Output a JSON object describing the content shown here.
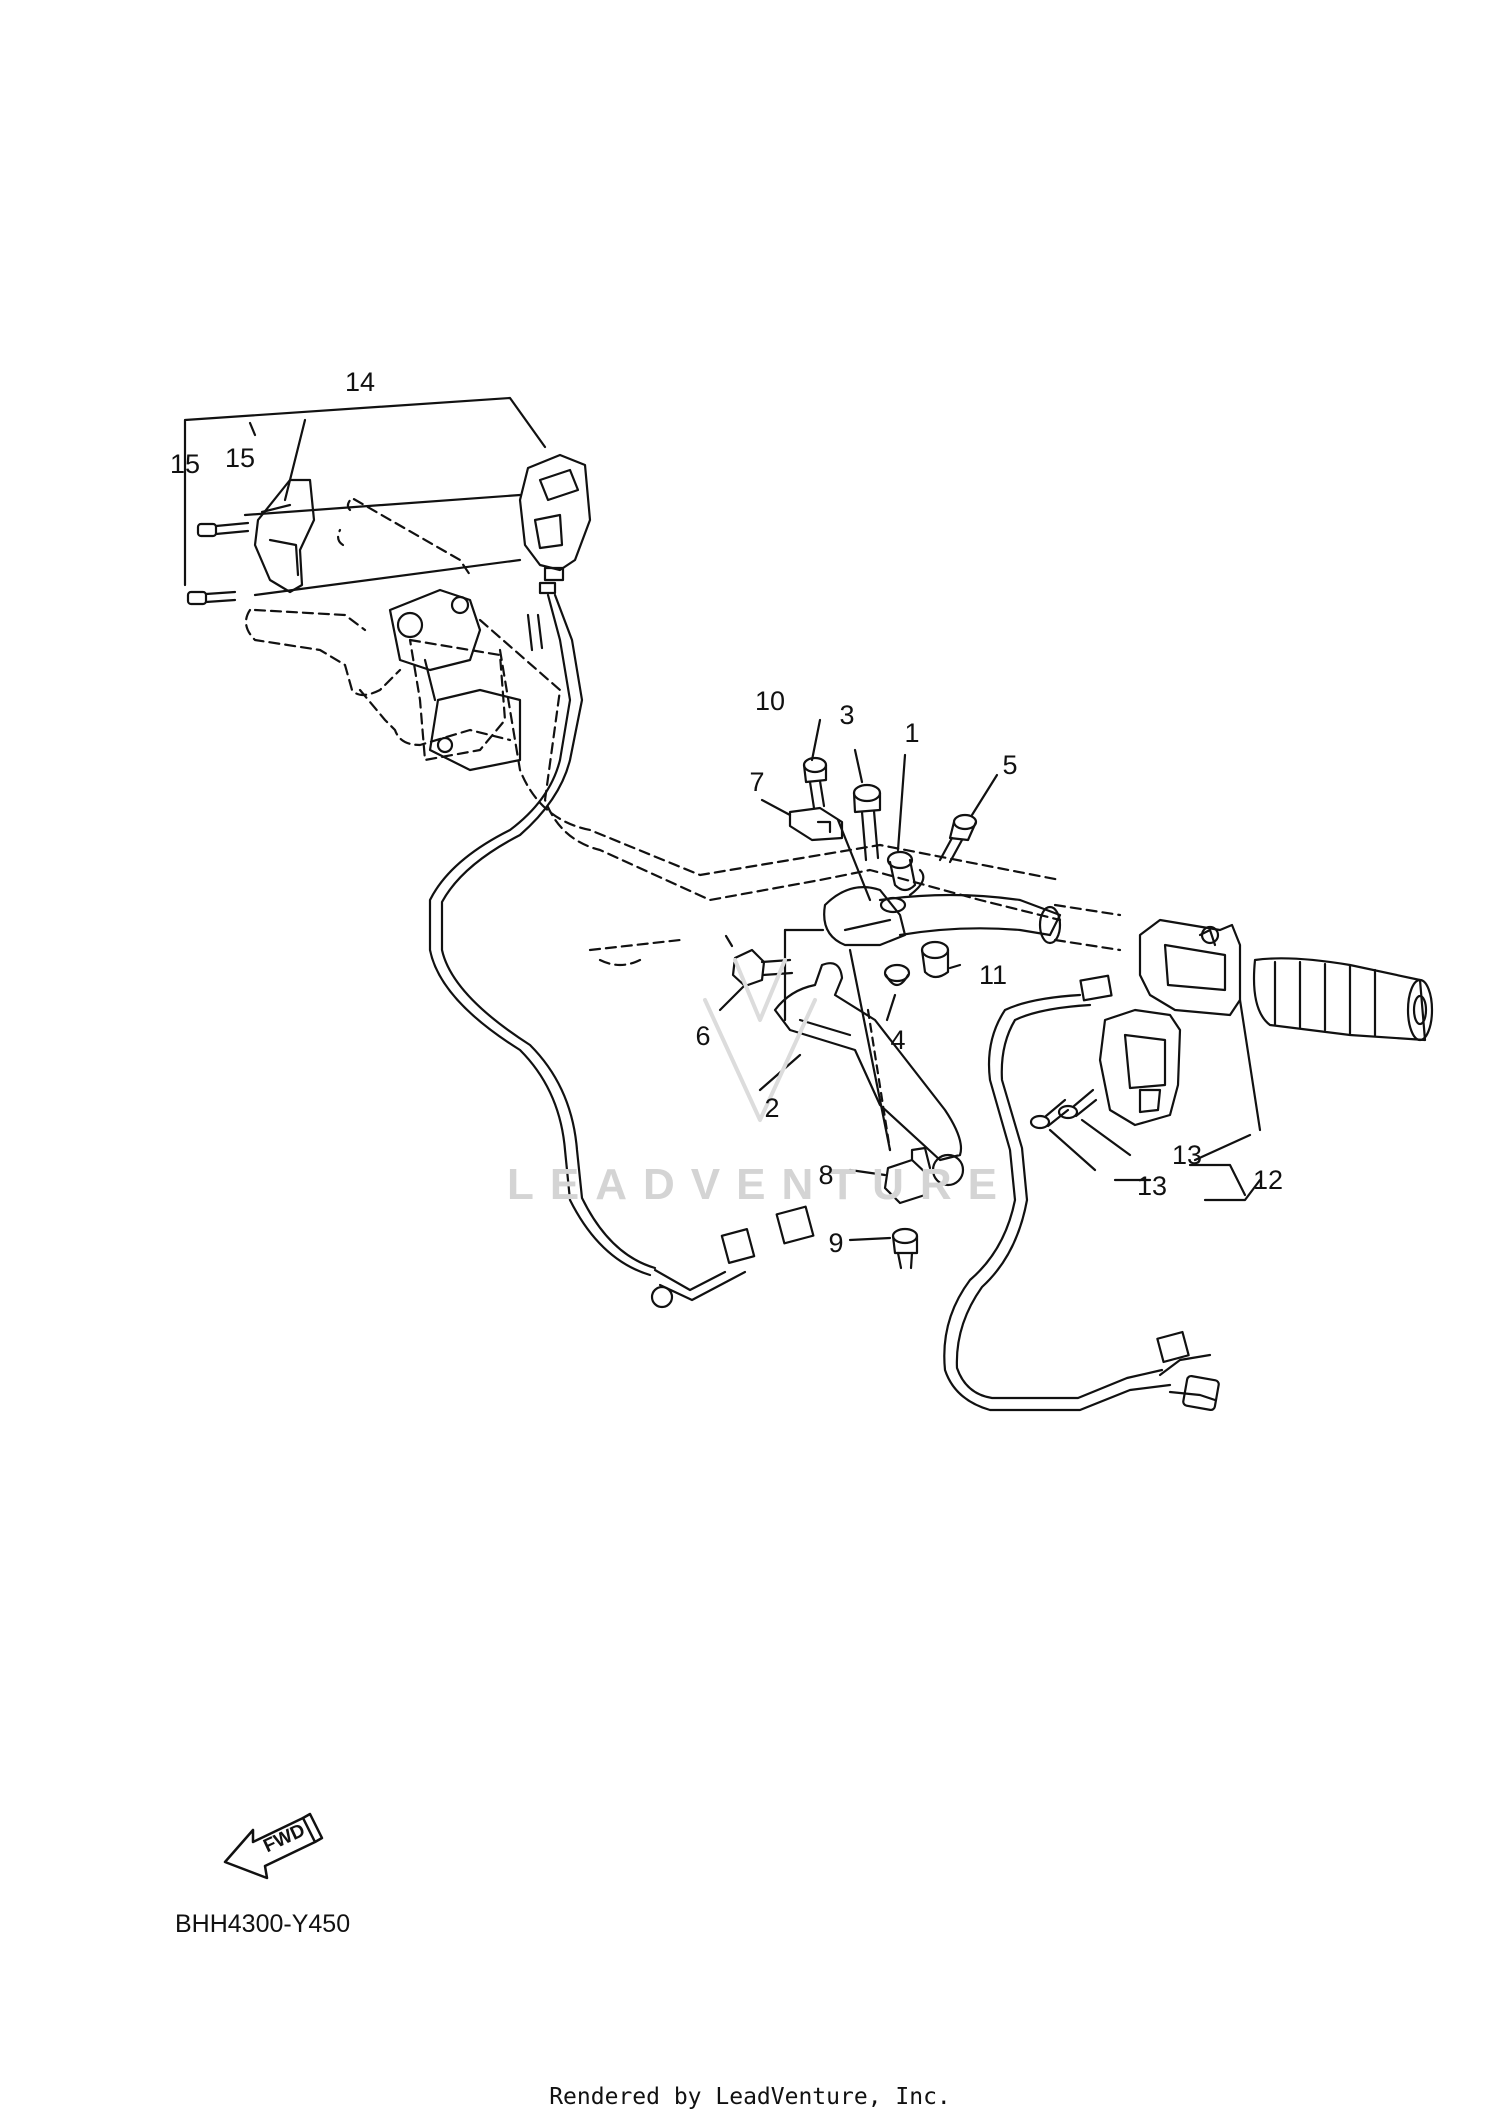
{
  "callouts": [
    {
      "id": "1",
      "label": "1"
    },
    {
      "id": "2",
      "label": "2"
    },
    {
      "id": "3",
      "label": "3"
    },
    {
      "id": "4",
      "label": "4"
    },
    {
      "id": "5",
      "label": "5"
    },
    {
      "id": "6",
      "label": "6"
    },
    {
      "id": "7",
      "label": "7"
    },
    {
      "id": "8",
      "label": "8"
    },
    {
      "id": "9",
      "label": "9"
    },
    {
      "id": "10",
      "label": "10"
    },
    {
      "id": "11",
      "label": "11"
    },
    {
      "id": "12",
      "label": "12"
    },
    {
      "id": "13a",
      "label": "13"
    },
    {
      "id": "13b",
      "label": "13"
    },
    {
      "id": "14",
      "label": "14"
    },
    {
      "id": "15a",
      "label": "15"
    },
    {
      "id": "15b",
      "label": "15"
    }
  ],
  "watermark": "LEADVENTURE",
  "fwd_arrow": {
    "label": "FWD"
  },
  "diagram_code": "BHH4300-Y450",
  "footer": "Rendered by LeadVenture, Inc."
}
